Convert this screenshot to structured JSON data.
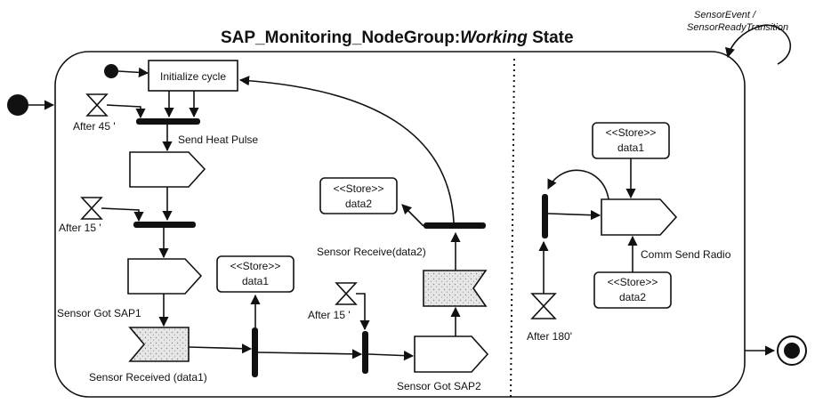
{
  "title": {
    "prefix": "SAP_Monitoring_NodeGroup:",
    "italic": "Working",
    "suffix": " State"
  },
  "self_transition": {
    "line1": "SensorEvent /",
    "line2": "SensorReadyTransition"
  },
  "left_region": {
    "initialize_label": "Initialize cycle",
    "timer_after_45": "After 45 '",
    "send_heat_pulse": "Send Heat Pulse",
    "timer_after_15_a": "After 15 '",
    "sensor_got_sap1": "Sensor Got SAP1",
    "sensor_received_data1": "Sensor Received (data1)",
    "store_data1": {
      "stereotype": "<<Store>>",
      "name": "data1"
    },
    "timer_after_15_b": "After 15 '",
    "sensor_got_sap2": "Sensor Got SAP2",
    "sensor_receive_data2": "Sensor Receive(data2)",
    "store_data2": {
      "stereotype": "<<Store>>",
      "name": "data2"
    }
  },
  "right_region": {
    "store_data1": {
      "stereotype": "<<Store>>",
      "name": "data1"
    },
    "comm_send_radio": "Comm Send Radio",
    "store_data2": {
      "stereotype": "<<Store>>",
      "name": "data2"
    },
    "timer_after_180": "After 180'"
  },
  "colors": {
    "ink": "#111111",
    "background": "#ffffff",
    "stipple": "#dcdcdc"
  }
}
